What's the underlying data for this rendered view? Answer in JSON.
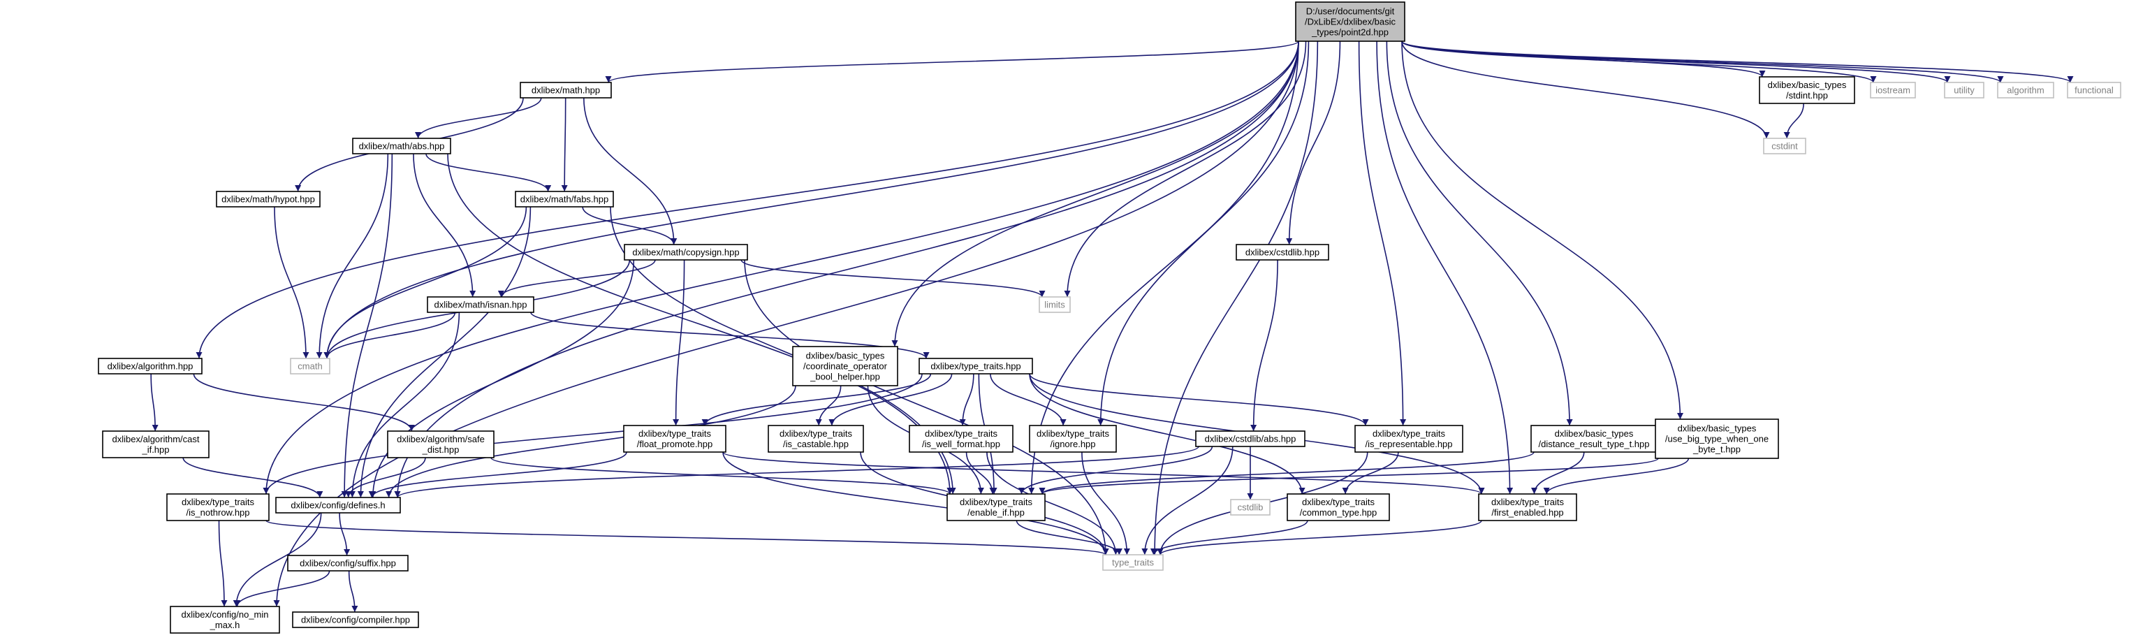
{
  "colors": {
    "edge": "#191970",
    "node_border": "#000000",
    "system_border": "#bfbfbf",
    "root_fill": "#bfbfbf",
    "system_text": "#808080"
  },
  "nodes": [
    {
      "id": "root",
      "kind": "root",
      "lines": [
        "D:/user/documents/git",
        "/DxLibEx/dxlibex/basic",
        "_types/point2d.hpp"
      ]
    },
    {
      "id": "math",
      "kind": "doc",
      "lines": [
        "dxlibex/math.hpp"
      ]
    },
    {
      "id": "math_abs",
      "kind": "doc",
      "lines": [
        "dxlibex/math/abs.hpp"
      ]
    },
    {
      "id": "math_hypot",
      "kind": "doc",
      "lines": [
        "dxlibex/math/hypot.hpp"
      ]
    },
    {
      "id": "math_fabs",
      "kind": "doc",
      "lines": [
        "dxlibex/math/fabs.hpp"
      ]
    },
    {
      "id": "math_copysign",
      "kind": "doc",
      "lines": [
        "dxlibex/math/copysign.hpp"
      ]
    },
    {
      "id": "math_isnan",
      "kind": "doc",
      "lines": [
        "dxlibex/math/isnan.hpp"
      ]
    },
    {
      "id": "cmath",
      "kind": "sys",
      "lines": [
        "cmath"
      ]
    },
    {
      "id": "limits",
      "kind": "sys",
      "lines": [
        "limits"
      ]
    },
    {
      "id": "algorithm_hpp",
      "kind": "doc",
      "lines": [
        "dxlibex/algorithm.hpp"
      ]
    },
    {
      "id": "algo_cast_if",
      "kind": "doc",
      "lines": [
        "dxlibex/algorithm/cast",
        "_if.hpp"
      ]
    },
    {
      "id": "algo_safe_dist",
      "kind": "doc",
      "lines": [
        "dxlibex/algorithm/safe",
        "_dist.hpp"
      ]
    },
    {
      "id": "coord_bool",
      "kind": "doc",
      "lines": [
        "dxlibex/basic_types",
        "/coordinate_operator",
        "_bool_helper.hpp"
      ]
    },
    {
      "id": "type_traits_hpp",
      "kind": "doc",
      "lines": [
        "dxlibex/type_traits.hpp"
      ]
    },
    {
      "id": "tt_float_promote",
      "kind": "doc",
      "lines": [
        "dxlibex/type_traits",
        "/float_promote.hpp"
      ]
    },
    {
      "id": "tt_is_castable",
      "kind": "doc",
      "lines": [
        "dxlibex/type_traits",
        "/is_castable.hpp"
      ]
    },
    {
      "id": "tt_is_well_format",
      "kind": "doc",
      "lines": [
        "dxlibex/type_traits",
        "/is_well_format.hpp"
      ]
    },
    {
      "id": "tt_ignore",
      "kind": "doc",
      "lines": [
        "dxlibex/type_traits",
        "/ignore.hpp"
      ]
    },
    {
      "id": "tt_is_nothrow",
      "kind": "doc",
      "lines": [
        "dxlibex/type_traits",
        "/is_nothrow.hpp"
      ]
    },
    {
      "id": "config_defines",
      "kind": "doc",
      "lines": [
        "dxlibex/config/defines.h"
      ]
    },
    {
      "id": "tt_enable_if",
      "kind": "doc",
      "lines": [
        "dxlibex/type_traits",
        "/enable_if.hpp"
      ]
    },
    {
      "id": "cstdlib_hpp",
      "kind": "doc",
      "lines": [
        "dxlibex/cstdlib.hpp"
      ]
    },
    {
      "id": "cstdlib_abs",
      "kind": "doc",
      "lines": [
        "dxlibex/cstdlib/abs.hpp"
      ]
    },
    {
      "id": "cstdlib",
      "kind": "sys",
      "lines": [
        "cstdlib"
      ]
    },
    {
      "id": "tt_is_representable",
      "kind": "doc",
      "lines": [
        "dxlibex/type_traits",
        "/is_representable.hpp"
      ]
    },
    {
      "id": "tt_common_type",
      "kind": "doc",
      "lines": [
        "dxlibex/type_traits",
        "/common_type.hpp"
      ]
    },
    {
      "id": "distance_result",
      "kind": "doc",
      "lines": [
        "dxlibex/basic_types",
        "/distance_result_type_t.hpp"
      ]
    },
    {
      "id": "use_big_type",
      "kind": "doc",
      "lines": [
        "dxlibex/basic_types",
        "/use_big_type_when_one",
        "_byte_t.hpp"
      ]
    },
    {
      "id": "tt_first_enabled",
      "kind": "doc",
      "lines": [
        "dxlibex/type_traits",
        "/first_enabled.hpp"
      ]
    },
    {
      "id": "type_traits",
      "kind": "sys",
      "lines": [
        "type_traits"
      ]
    },
    {
      "id": "stdint_hpp",
      "kind": "doc",
      "lines": [
        "dxlibex/basic_types",
        "/stdint.hpp"
      ]
    },
    {
      "id": "cstdint",
      "kind": "sys",
      "lines": [
        "cstdint"
      ]
    },
    {
      "id": "iostream",
      "kind": "sys",
      "lines": [
        "iostream"
      ]
    },
    {
      "id": "utility",
      "kind": "sys",
      "lines": [
        "utility"
      ]
    },
    {
      "id": "algorithm_std",
      "kind": "sys",
      "lines": [
        "algorithm"
      ]
    },
    {
      "id": "functional",
      "kind": "sys",
      "lines": [
        "functional"
      ]
    },
    {
      "id": "config_suffix",
      "kind": "doc",
      "lines": [
        "dxlibex/config/suffix.hpp"
      ]
    },
    {
      "id": "config_no_min_max",
      "kind": "doc",
      "lines": [
        "dxlibex/config/no_min",
        "_max.h"
      ]
    },
    {
      "id": "config_compiler",
      "kind": "doc",
      "lines": [
        "dxlibex/config/compiler.hpp"
      ]
    }
  ],
  "edges": [
    [
      "root",
      "math"
    ],
    [
      "root",
      "cmath"
    ],
    [
      "root",
      "limits"
    ],
    [
      "root",
      "algorithm_hpp"
    ],
    [
      "root",
      "coord_bool"
    ],
    [
      "root",
      "tt_ignore"
    ],
    [
      "root",
      "tt_enable_if"
    ],
    [
      "root",
      "cstdlib_hpp"
    ],
    [
      "root",
      "tt_is_representable"
    ],
    [
      "root",
      "distance_result"
    ],
    [
      "root",
      "use_big_type"
    ],
    [
      "root",
      "tt_first_enabled"
    ],
    [
      "root",
      "type_traits"
    ],
    [
      "root",
      "stdint_hpp"
    ],
    [
      "root",
      "cstdint"
    ],
    [
      "root",
      "iostream"
    ],
    [
      "root",
      "utility"
    ],
    [
      "root",
      "algorithm_std"
    ],
    [
      "root",
      "functional"
    ],
    [
      "root",
      "config_defines"
    ],
    [
      "root",
      "tt_is_nothrow"
    ],
    [
      "root",
      "config_no_min_max"
    ],
    [
      "math",
      "math_abs"
    ],
    [
      "math",
      "math_hypot"
    ],
    [
      "math",
      "math_fabs"
    ],
    [
      "math",
      "math_copysign"
    ],
    [
      "math_abs",
      "math_fabs"
    ],
    [
      "math_abs",
      "math_isnan"
    ],
    [
      "math_abs",
      "cmath"
    ],
    [
      "math_abs",
      "config_defines"
    ],
    [
      "math_abs",
      "tt_enable_if"
    ],
    [
      "math_hypot",
      "cmath"
    ],
    [
      "math_fabs",
      "math_copysign"
    ],
    [
      "math_fabs",
      "cmath"
    ],
    [
      "math_fabs",
      "config_defines"
    ],
    [
      "math_fabs",
      "tt_enable_if"
    ],
    [
      "math_copysign",
      "math_isnan"
    ],
    [
      "math_copysign",
      "cmath"
    ],
    [
      "math_copysign",
      "limits"
    ],
    [
      "math_copysign",
      "tt_float_promote"
    ],
    [
      "math_copysign",
      "config_defines"
    ],
    [
      "math_copysign",
      "type_traits"
    ],
    [
      "math_isnan",
      "cmath"
    ],
    [
      "math_isnan",
      "type_traits_hpp"
    ],
    [
      "math_isnan",
      "config_defines"
    ],
    [
      "algorithm_hpp",
      "algo_cast_if"
    ],
    [
      "algorithm_hpp",
      "algo_safe_dist"
    ],
    [
      "algo_cast_if",
      "config_defines"
    ],
    [
      "algo_safe_dist",
      "config_defines"
    ],
    [
      "algo_safe_dist",
      "tt_enable_if"
    ],
    [
      "coord_bool",
      "config_defines"
    ],
    [
      "coord_bool",
      "tt_is_castable"
    ],
    [
      "coord_bool",
      "tt_enable_if"
    ],
    [
      "type_traits_hpp",
      "tt_float_promote"
    ],
    [
      "type_traits_hpp",
      "tt_is_castable"
    ],
    [
      "type_traits_hpp",
      "tt_is_well_format"
    ],
    [
      "type_traits_hpp",
      "tt_ignore"
    ],
    [
      "type_traits_hpp",
      "tt_enable_if"
    ],
    [
      "type_traits_hpp",
      "tt_is_representable"
    ],
    [
      "type_traits_hpp",
      "tt_common_type"
    ],
    [
      "type_traits_hpp",
      "tt_first_enabled"
    ],
    [
      "type_traits_hpp",
      "tt_is_nothrow"
    ],
    [
      "tt_float_promote",
      "config_defines"
    ],
    [
      "tt_float_promote",
      "type_traits"
    ],
    [
      "tt_float_promote",
      "tt_first_enabled"
    ],
    [
      "tt_is_castable",
      "type_traits"
    ],
    [
      "tt_is_well_format",
      "tt_enable_if"
    ],
    [
      "tt_is_well_format",
      "type_traits"
    ],
    [
      "tt_ignore",
      "type_traits"
    ],
    [
      "tt_is_nothrow",
      "type_traits"
    ],
    [
      "tt_is_nothrow",
      "config_no_min_max"
    ],
    [
      "config_defines",
      "config_suffix"
    ],
    [
      "config_defines",
      "config_no_min_max"
    ],
    [
      "config_suffix",
      "config_no_min_max"
    ],
    [
      "config_suffix",
      "config_compiler"
    ],
    [
      "tt_enable_if",
      "type_traits"
    ],
    [
      "cstdlib_hpp",
      "cstdlib_abs"
    ],
    [
      "cstdlib_abs",
      "cstdlib"
    ],
    [
      "cstdlib_abs",
      "tt_enable_if"
    ],
    [
      "cstdlib_abs",
      "config_defines"
    ],
    [
      "cstdlib_abs",
      "type_traits"
    ],
    [
      "tt_is_representable",
      "tt_common_type"
    ],
    [
      "tt_is_representable",
      "type_traits"
    ],
    [
      "tt_common_type",
      "type_traits"
    ],
    [
      "distance_result",
      "tt_enable_if"
    ],
    [
      "distance_result",
      "tt_first_enabled"
    ],
    [
      "use_big_type",
      "tt_enable_if"
    ],
    [
      "use_big_type",
      "tt_first_enabled"
    ],
    [
      "tt_first_enabled",
      "type_traits"
    ],
    [
      "stdint_hpp",
      "cstdint"
    ]
  ]
}
